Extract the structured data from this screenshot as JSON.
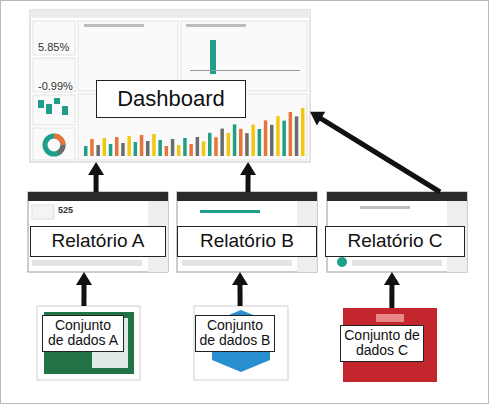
{
  "diagram": {
    "nodes": [
      {
        "text": [
          "Dashboard"
        ]
      },
      {
        "text": [
          "Relatório A"
        ]
      },
      {
        "text": [
          "Relatório B"
        ]
      },
      {
        "text": [
          "Relatório C"
        ]
      },
      {
        "text": [
          "Conjunto de dados A"
        ]
      },
      {
        "text": [
          "Conjunto de dados B"
        ]
      },
      {
        "text": [
          "Conjunto de dados C"
        ]
      }
    ],
    "edges": [
      {
        "from": 1,
        "to": 0,
        "arrow": "to"
      },
      {
        "from": 2,
        "to": 0,
        "arrow": "to"
      },
      {
        "from": 3,
        "to": 0,
        "arrow": "to"
      },
      {
        "from": 4,
        "to": 1,
        "arrow": "to"
      },
      {
        "from": 5,
        "to": 2,
        "arrow": "to"
      },
      {
        "from": 6,
        "to": 3,
        "arrow": "to"
      }
    ],
    "labels": [
      "5.85%",
      "-0.99%",
      "525"
    ]
  }
}
